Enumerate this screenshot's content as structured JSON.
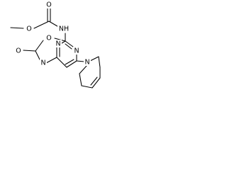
{
  "atoms": {
    "nh": "NH",
    "carbonyl_o": "O",
    "ester_o": "O",
    "ring_o": "O",
    "exo_o": "O",
    "n_imine": "N",
    "n_pyr_top": "N",
    "n_pyr_bottom": "N",
    "n_pyridine": "N"
  },
  "colors": {
    "ink": "#000000",
    "background": "#ffffff"
  }
}
